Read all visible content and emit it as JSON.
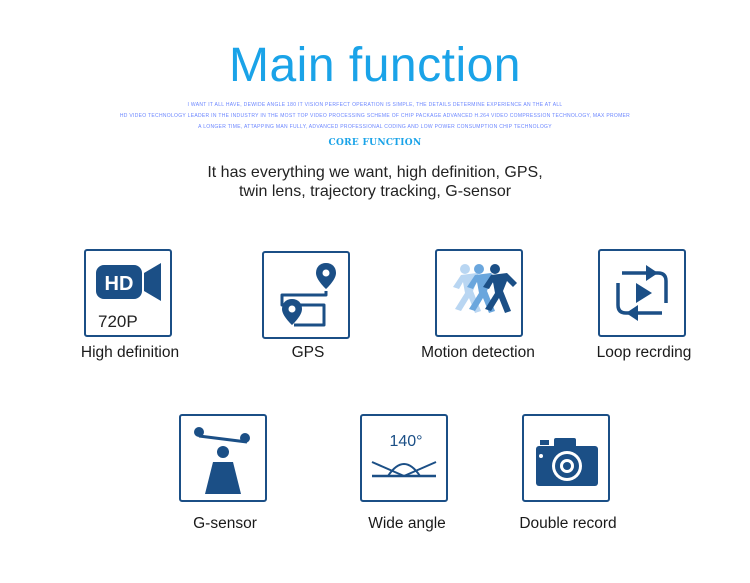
{
  "header": {
    "title": "Main function",
    "fine_print": [
      "I WANT IT ALL HAVE, DEWIDE ANGLE 180 IT VISION PERFECT OPERATION IS SIMPLE, THE DETAILS DETERMINE EXPERIENCE AN THE AT ALL",
      "HD VIDEO TECHNOLOGY LEADER IN THE INDUSTRY IN THE MOST TOP VIDEO PROCESSING SCHEME OF CHIP PACKAGE ADVANCED H.264 VIDEO COMPRESSION TECHNOLOGY, MAX PROMER",
      "A LONGER TIME, ATTAPPING MAN FULLY, ADVANCED PROFESSIONAL CODING AND LOW POWER CONSUMPTION CHIP TECHNOLOGY"
    ],
    "subtitle": "CORE FUNCTION",
    "description_line1": "It has everything we want, high definition, GPS,",
    "description_line2": "twin lens, trajectory tracking, G-sensor"
  },
  "colors": {
    "accent": "#1aa3e8",
    "icon_blue": "#1b4f86",
    "fine_print": "#6b86ff"
  },
  "features": [
    {
      "label": "High definition",
      "icon": "hd-camera-icon",
      "icon_text": "HD",
      "sub_text": "720P"
    },
    {
      "label": "GPS",
      "icon": "gps-route-icon"
    },
    {
      "label": "Motion detection",
      "icon": "running-person-icon"
    },
    {
      "label": "Loop recrding",
      "icon": "loop-play-icon"
    },
    {
      "label": "G-sensor",
      "icon": "g-sensor-icon"
    },
    {
      "label": "Wide angle",
      "icon": "wide-angle-icon",
      "icon_text": "140°"
    },
    {
      "label": "Double record",
      "icon": "camera-icon"
    }
  ]
}
